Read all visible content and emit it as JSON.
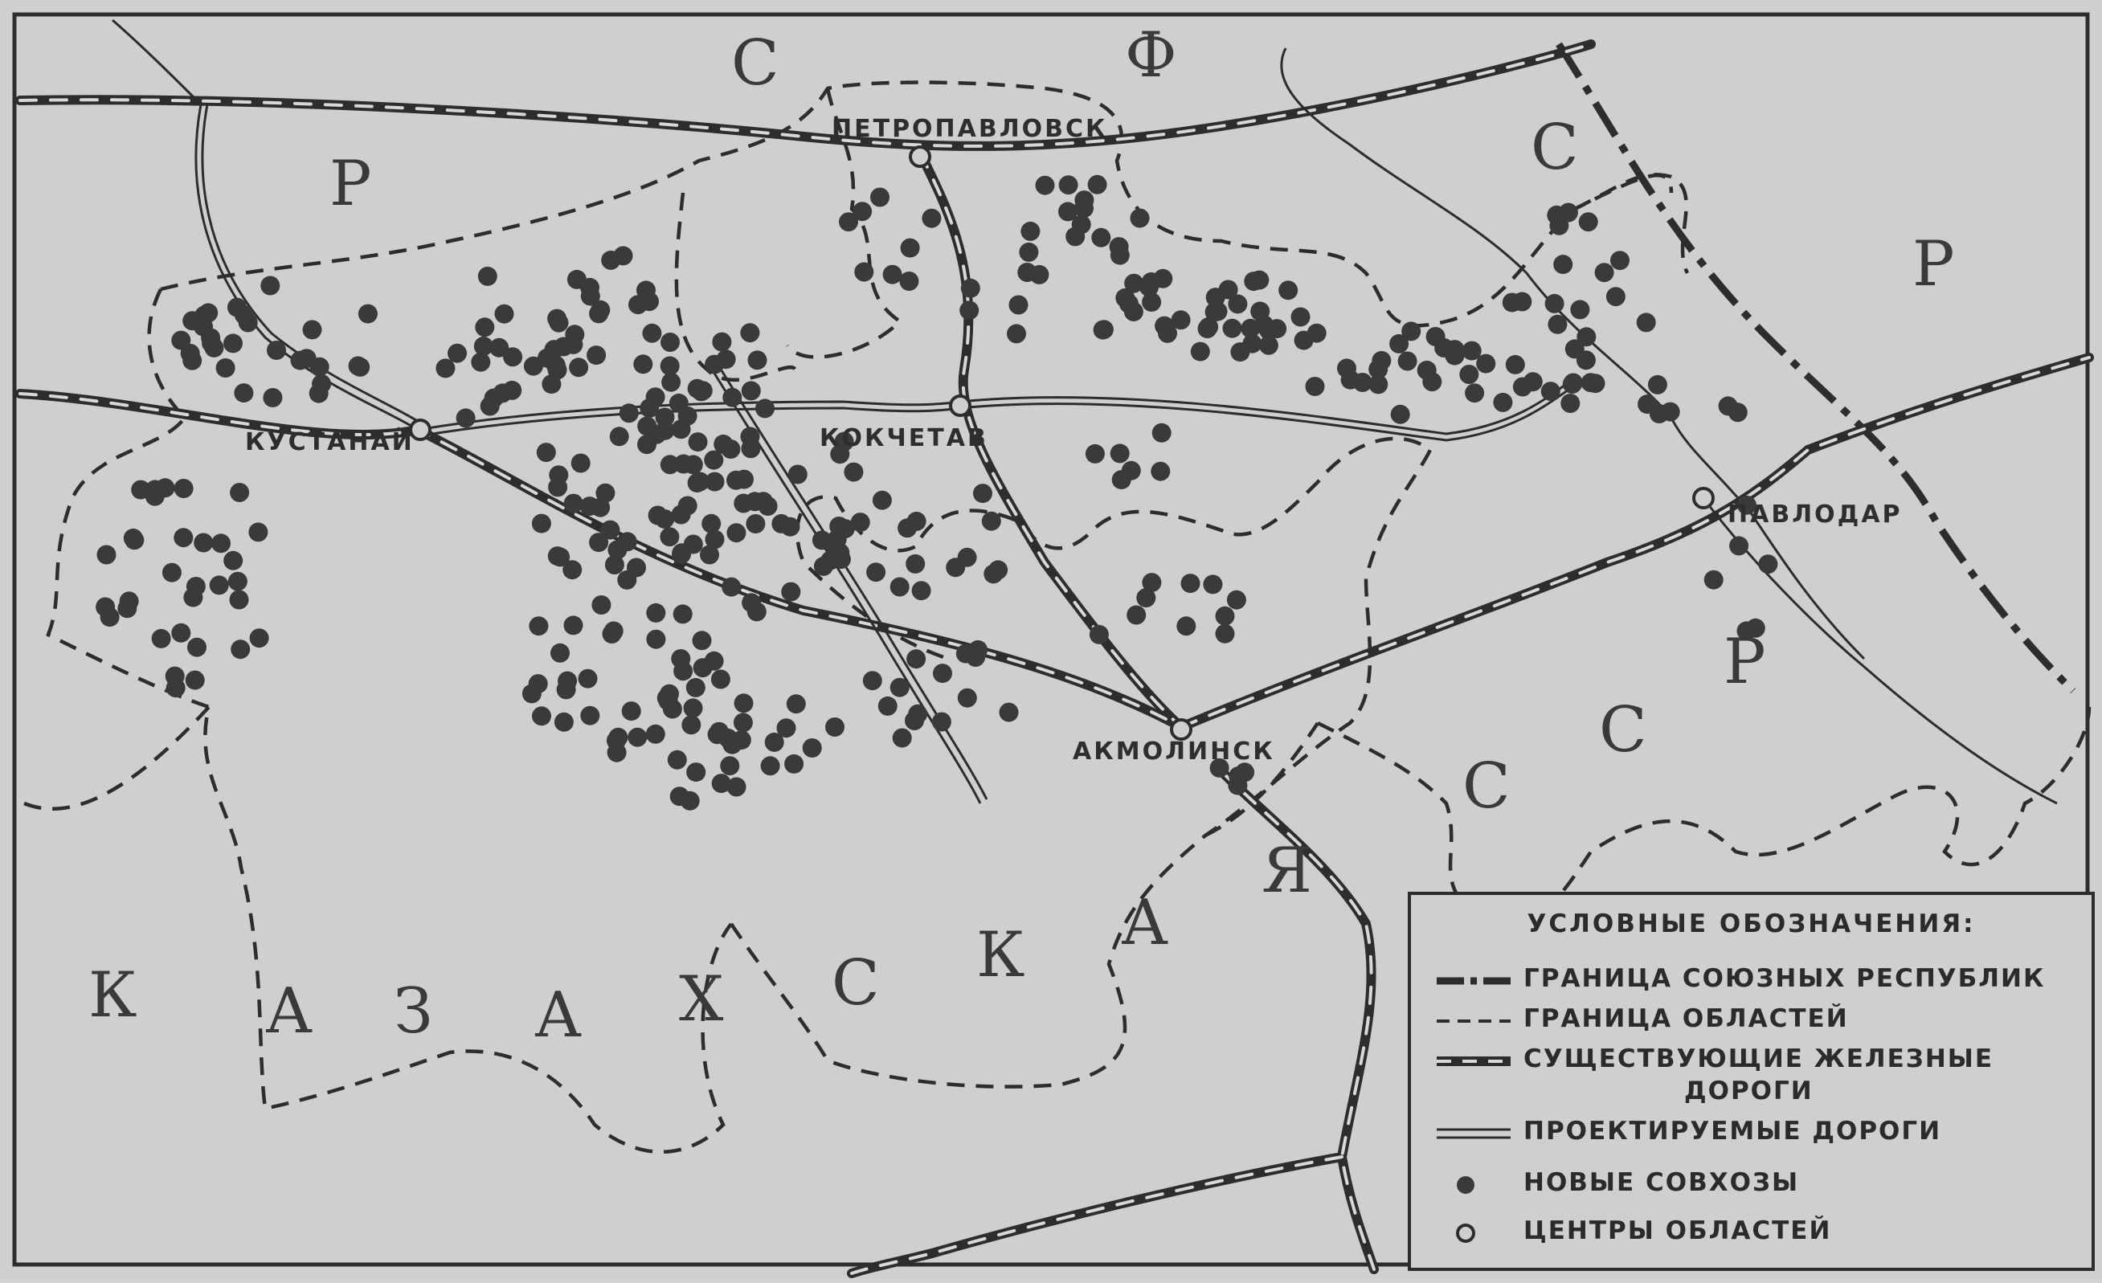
{
  "regions": {
    "rsfsr_letters": [
      "Р",
      "С",
      "Ф",
      "С",
      "Р"
    ],
    "kazakh_letters": [
      "К",
      "А",
      "З",
      "А",
      "Х",
      "С",
      "К",
      "А",
      "Я",
      "С",
      "С",
      "Р"
    ]
  },
  "cities": [
    {
      "name": "Петропавловск",
      "label": "ПЕТРОПАВЛОВСК"
    },
    {
      "name": "Кустанай",
      "label": "КУСТАНАЙ"
    },
    {
      "name": "Кокчетав",
      "label": "КОКЧЕТАВ"
    },
    {
      "name": "Павлодар",
      "label": "ПАВЛОДАР"
    },
    {
      "name": "Акмолинск",
      "label": "АКМОЛИНСК"
    }
  ],
  "legend": {
    "title": "УСЛОВНЫЕ ОБОЗНАЧЕНИЯ:",
    "items": [
      {
        "symbol": "dash-dot-line",
        "label": "ГРАНИЦА СОЮЗНЫХ РЕСПУБЛИК"
      },
      {
        "symbol": "dashed-line",
        "label": "ГРАНИЦА ОБЛАСТЕЙ"
      },
      {
        "symbol": "railway-line",
        "label": "СУЩЕСТВУЮЩИЕ ЖЕЛЕЗНЫЕ",
        "label_line2": "ДОРОГИ"
      },
      {
        "symbol": "double-line",
        "label": "ПРОЕКТИРУЕМЫЕ ДОРОГИ"
      },
      {
        "symbol": "filled-circle",
        "label": "НОВЫЕ СОВХОЗЫ"
      },
      {
        "symbol": "open-circle",
        "label": "ЦЕНТРЫ ОБЛАСТЕЙ"
      }
    ]
  },
  "colors": {
    "paper": "#cfcfcf",
    "ink": "#2d2d2d",
    "dot": "#3a3a3a"
  }
}
